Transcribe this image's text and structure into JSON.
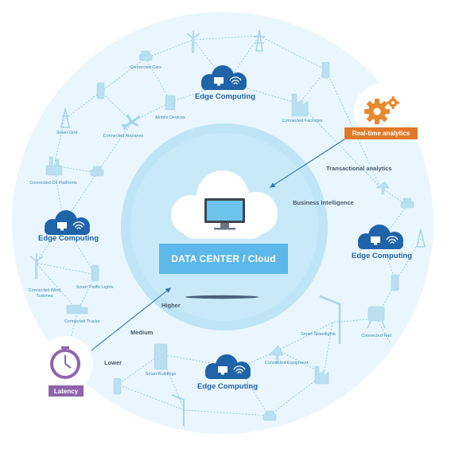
{
  "center": {
    "title": "DATA CENTER / Cloud"
  },
  "edge_computing": [
    "Edge Computing",
    "Edge Computing",
    "Edge Computing",
    "Edge Computing"
  ],
  "analytics_tag": "Real-time analytics",
  "latency_tag": "Latency",
  "analytics_levels": [
    "Transactional analytics",
    "Business Intelligence"
  ],
  "latency_levels": [
    "Higher",
    "Medium",
    "Lower"
  ],
  "devices": [
    "Connected Cars",
    "Mobile Devices",
    "Connected Factories",
    "Smart Grid",
    "Connected Airplanes",
    "Connected Oil Platforms",
    "Connected Wind Turbines",
    "Smart Traffic Lights",
    "Connected Trucks",
    "Smart Buildings",
    "Connected Equipment",
    "Smart Streetlights",
    "Connected Rail"
  ],
  "colors": {
    "outer_ring": "#eaf6fd",
    "inner_circle": "#bfe4f6",
    "banner": "#5bb8e8",
    "edge_cloud": "#1f63a8",
    "analytics": "#e07a2a",
    "latency": "#8e64ad",
    "connector": "#7ec3df"
  },
  "icons": [
    "cloud-icon",
    "monitor-icon",
    "wifi-icon",
    "gear-icon",
    "clock-icon",
    "car-icon",
    "wind-turbine-icon",
    "pylon-icon",
    "traffic-light-icon",
    "tablet-icon",
    "factory-icon",
    "airplane-icon",
    "oil-platform-icon",
    "truck-icon",
    "building-icon",
    "oil-pump-icon",
    "streetlight-icon",
    "train-icon"
  ]
}
